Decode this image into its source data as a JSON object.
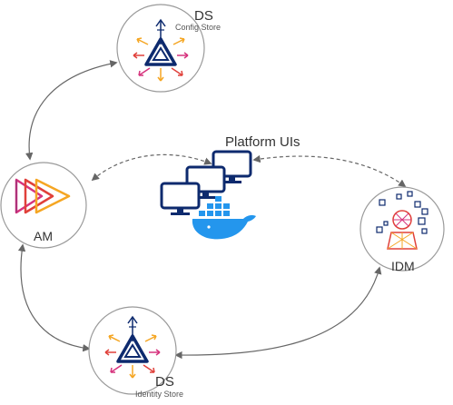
{
  "nodes": {
    "ds_config": {
      "title": "DS",
      "subtitle": "Config Store"
    },
    "am": {
      "title": "AM"
    },
    "platform": {
      "title": "Platform UIs"
    },
    "idm": {
      "title": "IDM"
    },
    "ds_identity": {
      "title": "DS",
      "subtitle": "Identity Store"
    }
  },
  "colors": {
    "circle_stroke": "#9a9a9a",
    "connector": "#666666",
    "orange": "#f5a623",
    "red": "#e0403a",
    "magenta": "#d6337d",
    "navy": "#0d2a6e",
    "docker_blue": "#2496ed"
  },
  "icons": [
    "ds-icon",
    "am-icon",
    "platform-icon",
    "docker-whale-icon",
    "idm-icon"
  ]
}
